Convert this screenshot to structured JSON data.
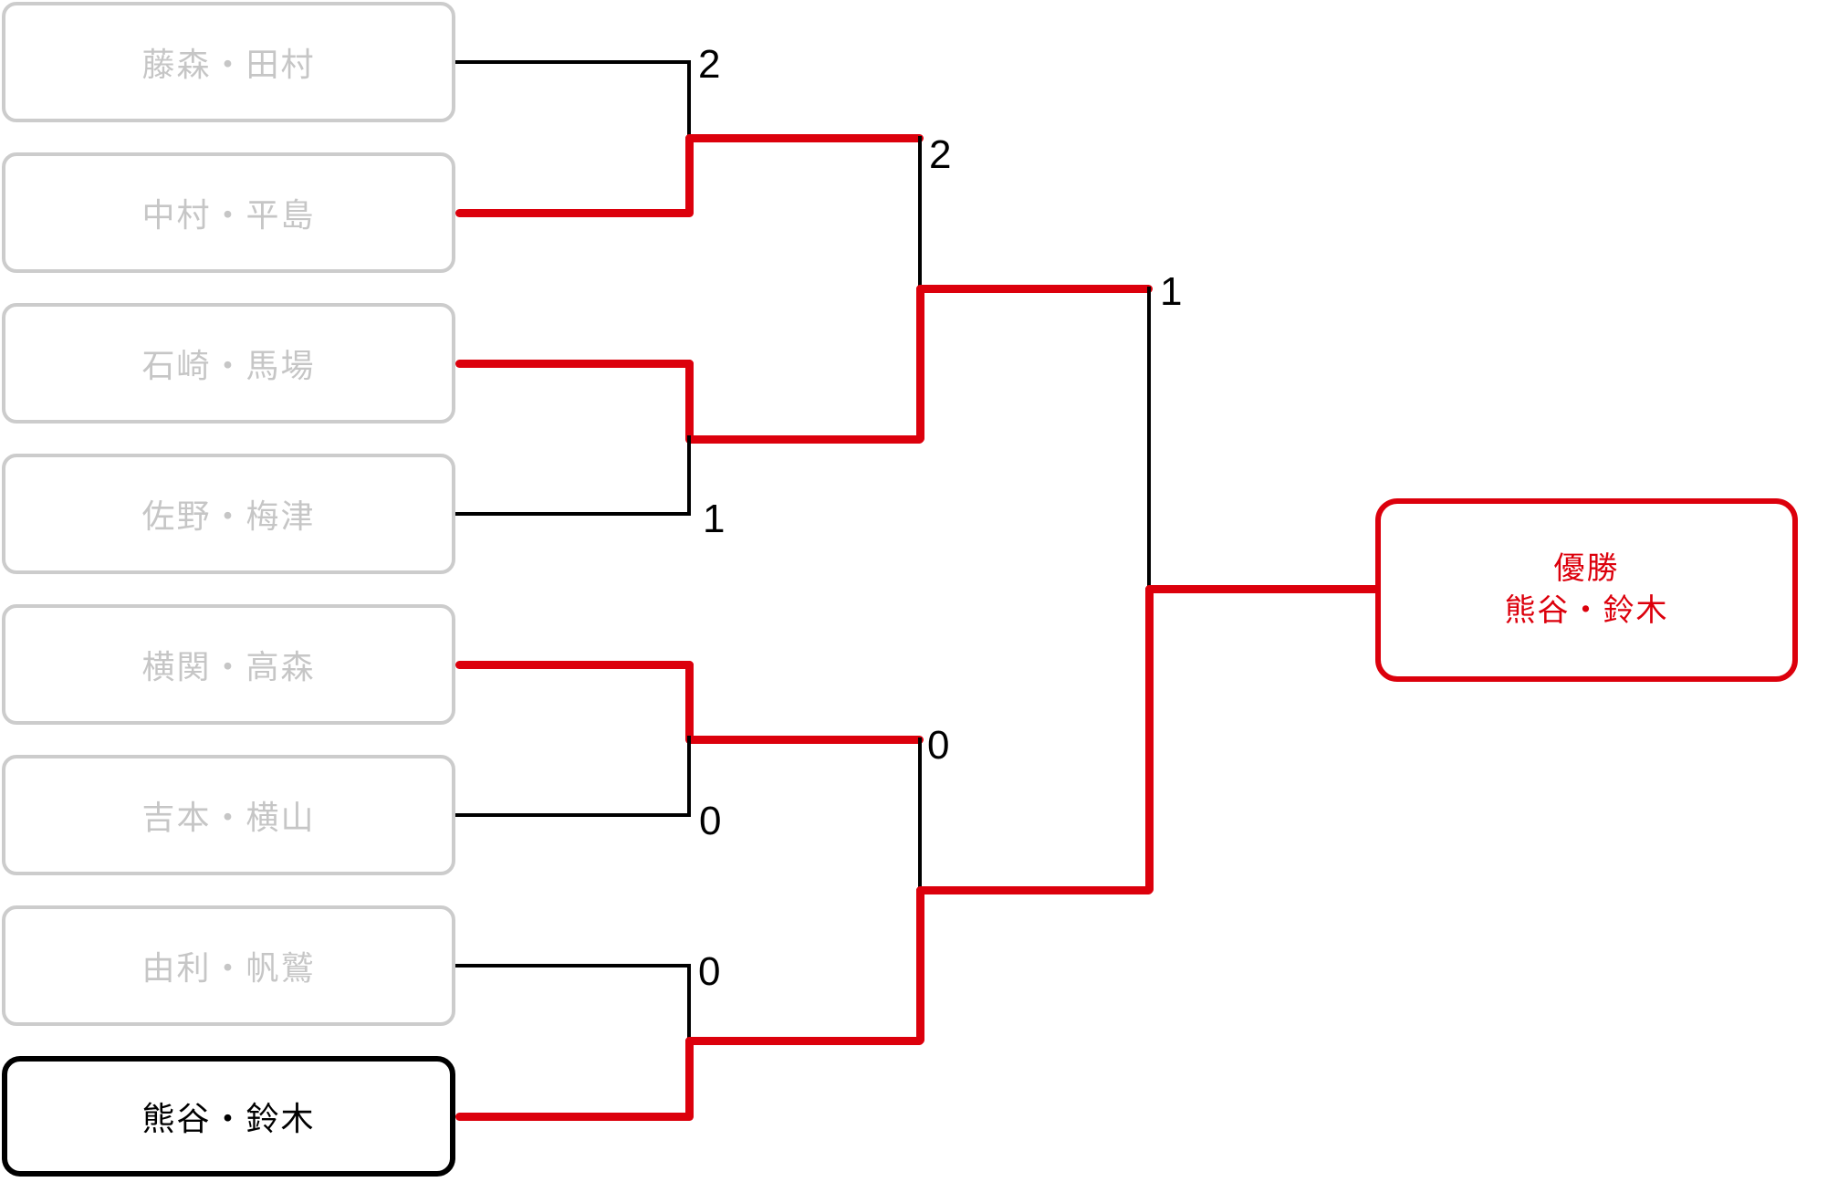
{
  "bracket": {
    "teams": [
      {
        "name": "藤森・田村",
        "status": "eliminated-quarterfinal"
      },
      {
        "name": "中村・平島",
        "status": "eliminated-semifinal"
      },
      {
        "name": "石崎・馬場",
        "status": "eliminated-final"
      },
      {
        "name": "佐野・梅津",
        "status": "eliminated-quarterfinal"
      },
      {
        "name": "横関・高森",
        "status": "eliminated-semifinal"
      },
      {
        "name": "吉本・横山",
        "status": "eliminated-quarterfinal"
      },
      {
        "name": "由利・帆鷲",
        "status": "eliminated-quarterfinal"
      },
      {
        "name": "熊谷・鈴木",
        "status": "champion"
      }
    ],
    "matches": {
      "quarterfinals": [
        {
          "top": "藤森・田村",
          "bottom": "中村・平島",
          "winner": "中村・平島",
          "loser_score": "2"
        },
        {
          "top": "石崎・馬場",
          "bottom": "佐野・梅津",
          "winner": "石崎・馬場",
          "loser_score": "1"
        },
        {
          "top": "横関・高森",
          "bottom": "吉本・横山",
          "winner": "横関・高森",
          "loser_score": "0"
        },
        {
          "top": "由利・帆鷲",
          "bottom": "熊谷・鈴木",
          "winner": "熊谷・鈴木",
          "loser_score": "0"
        }
      ],
      "semifinals": [
        {
          "top": "中村・平島",
          "bottom": "石崎・馬場",
          "winner": "石崎・馬場",
          "loser_score": "2"
        },
        {
          "top": "横関・高森",
          "bottom": "熊谷・鈴木",
          "winner": "熊谷・鈴木",
          "loser_score": "0"
        }
      ],
      "final": {
        "top": "石崎・馬場",
        "bottom": "熊谷・鈴木",
        "winner": "熊谷・鈴木",
        "loser_score": "1"
      }
    },
    "champion": {
      "label": "優勝",
      "name": "熊谷・鈴木"
    },
    "colors": {
      "winner-path": "#dc000c",
      "line-black": "#000000",
      "box-border-gray": "#cccccc",
      "box-text-gray": "#c6c6c6",
      "page-bg": "#ffffff"
    }
  }
}
